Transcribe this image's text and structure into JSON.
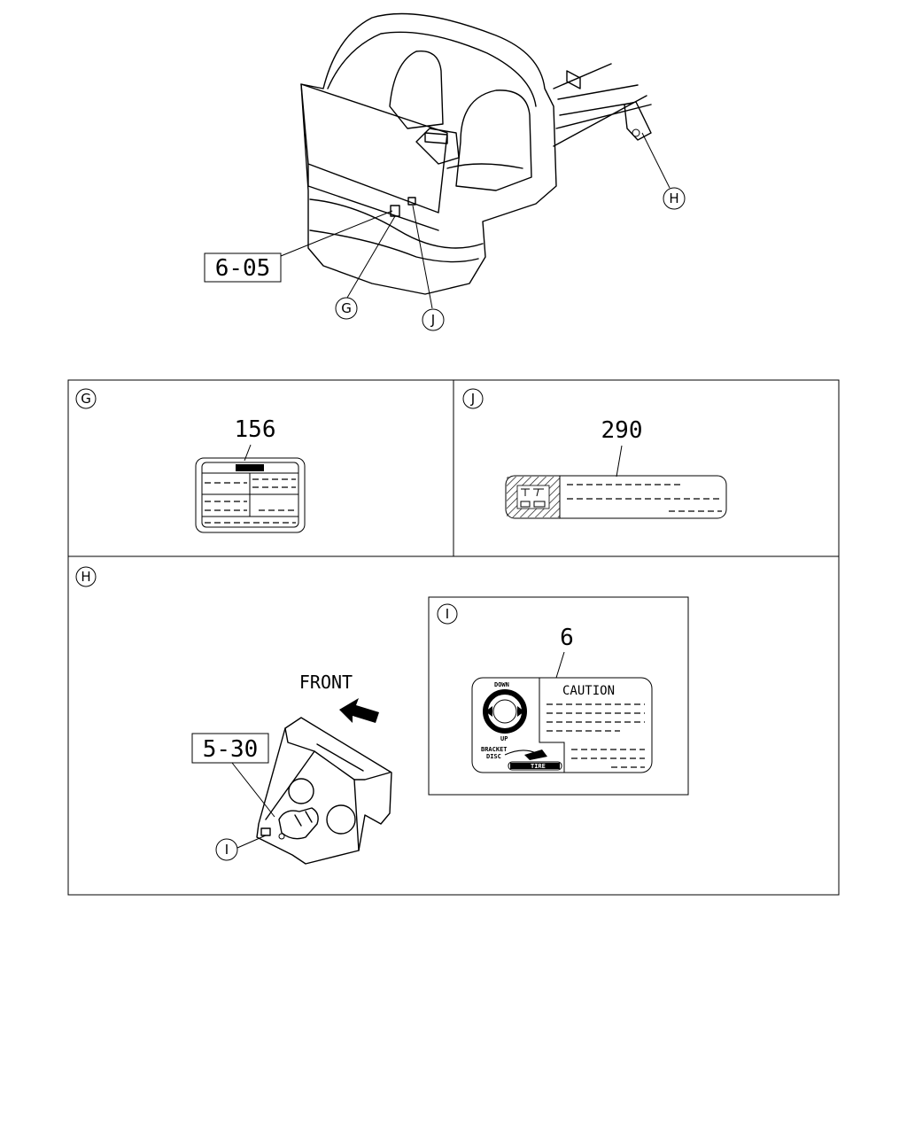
{
  "overview": {
    "ref_cab": "6-05",
    "callouts": {
      "g": "G",
      "h": "H",
      "j": "J"
    }
  },
  "panel_g": {
    "letter": "G",
    "part_no": "156"
  },
  "panel_j": {
    "letter": "J",
    "part_no": "290"
  },
  "panel_h": {
    "letter": "H",
    "front_label": "FRONT",
    "ref_bracket": "5-30",
    "callout_i": "I"
  },
  "panel_i": {
    "letter": "I",
    "part_no": "6",
    "caution": "CAUTION",
    "down": "DOWN",
    "up": "UP",
    "bracket": "BRACKET",
    "disc": "DISC",
    "tire": "TIRE"
  }
}
